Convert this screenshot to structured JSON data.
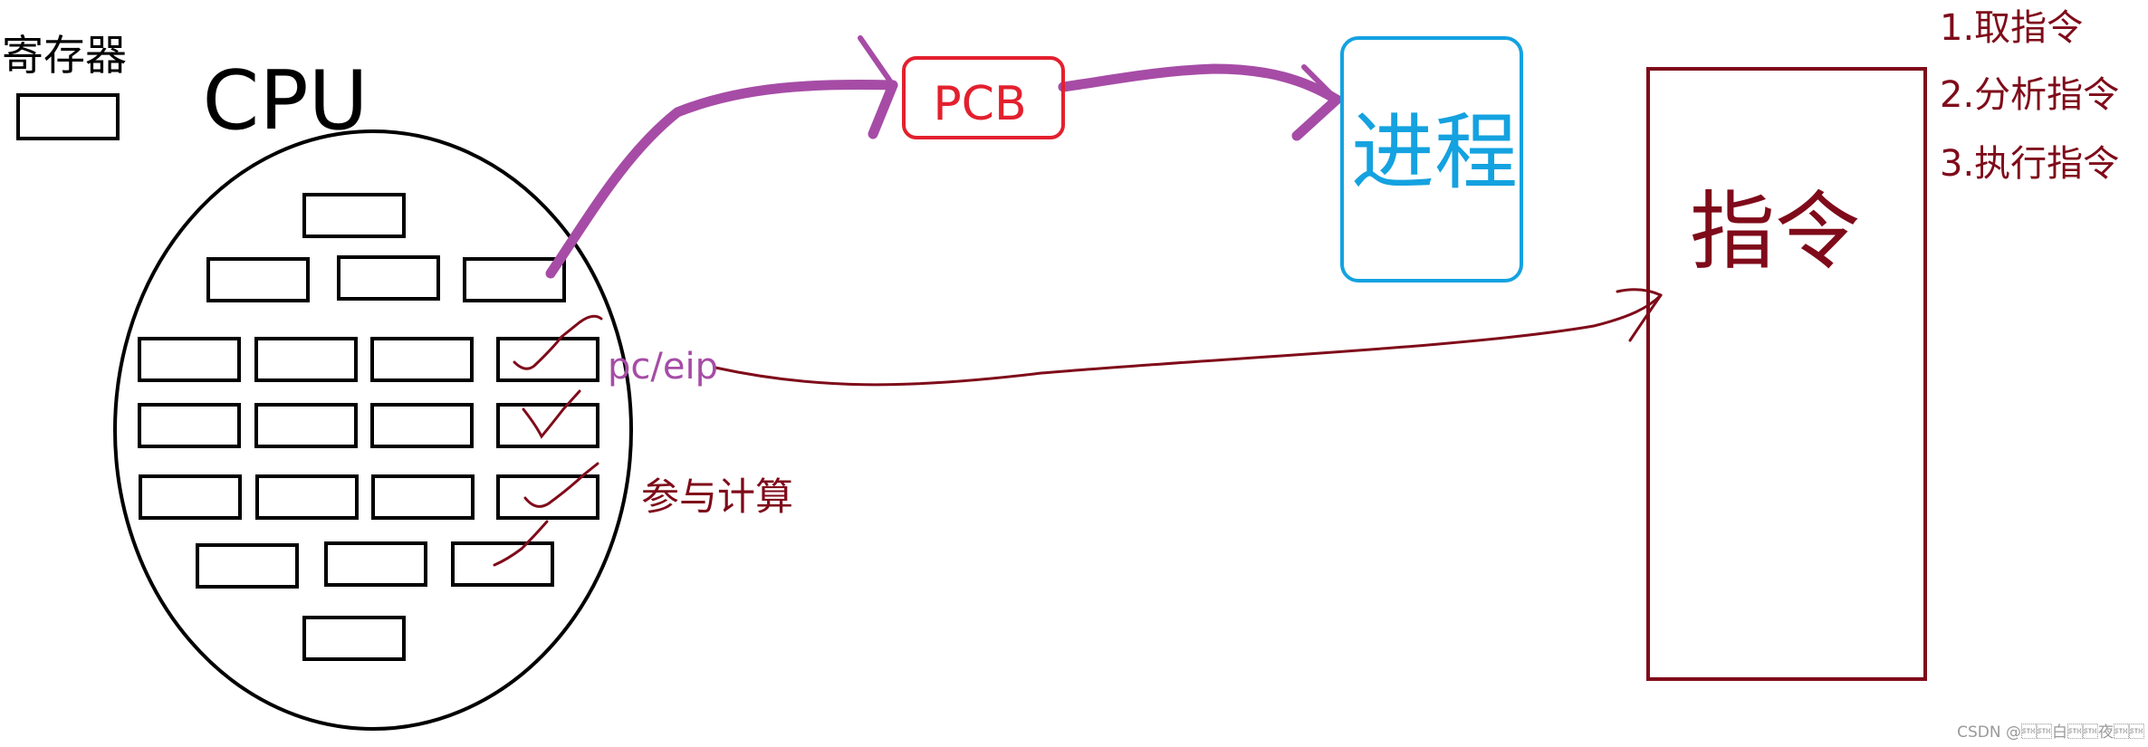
{
  "legend": {
    "register_label": "寄存器"
  },
  "cpu": {
    "label": "CPU",
    "register_rows": [
      1,
      3,
      4,
      4,
      4,
      3,
      1
    ]
  },
  "annotations": {
    "pc_label": "pc/eip",
    "compute_label": "参与计算"
  },
  "pcb": {
    "label": "PCB"
  },
  "process": {
    "label": "进程"
  },
  "instruction": {
    "label": "指令"
  },
  "steps": [
    "1.取指令",
    "2.分析指令",
    "3.执行指令"
  ],
  "watermark": "CSDN @\u0002\u0002白\u0002\u0002夜\u0002\u0002",
  "colors": {
    "ink": "#000000",
    "purple": "#a64ca6",
    "dark_red": "#7f0b1a",
    "bright_red": "#e3202e",
    "blue": "#14a2e0",
    "gray": "#999999"
  }
}
